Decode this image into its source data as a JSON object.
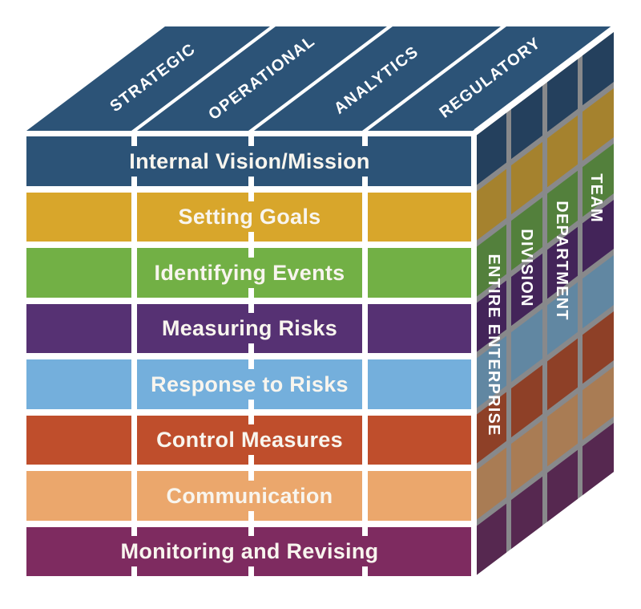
{
  "cube": {
    "top_labels": [
      "STRATEGIC",
      "OPERATIONAL",
      "ANALYTICS",
      "REGULATORY"
    ],
    "side_labels": [
      "ENTIRE ENTERPRISE",
      "DIVISION",
      "DEPARTMENT",
      "TEAM"
    ],
    "rows": [
      {
        "label": "Internal Vision/Mission",
        "front_color": "#2c5377",
        "side_color": "#24405d"
      },
      {
        "label": "Setting Goals",
        "front_color": "#d8a62b",
        "side_color": "#a5822e"
      },
      {
        "label": "Identifying Events",
        "front_color": "#72b045",
        "side_color": "#53803c"
      },
      {
        "label": "Measuring Risks",
        "front_color": "#563173",
        "side_color": "#432459"
      },
      {
        "label": "Response to Risks",
        "front_color": "#74afdc",
        "side_color": "#6187a2"
      },
      {
        "label": "Control Measures",
        "front_color": "#bf4e2c",
        "side_color": "#8e4027"
      },
      {
        "label": "Communication",
        "front_color": "#eba76c",
        "side_color": "#a97c54"
      },
      {
        "label": "Monitoring and Revising",
        "front_color": "#7e2b60",
        "side_color": "#562850"
      }
    ],
    "top_face_color": "#2c5377",
    "side_gap_color": "#88898b",
    "edge_color": "#ffffff",
    "label_text_color": "#ffffff",
    "row_text_color": "#f8f5ee"
  }
}
